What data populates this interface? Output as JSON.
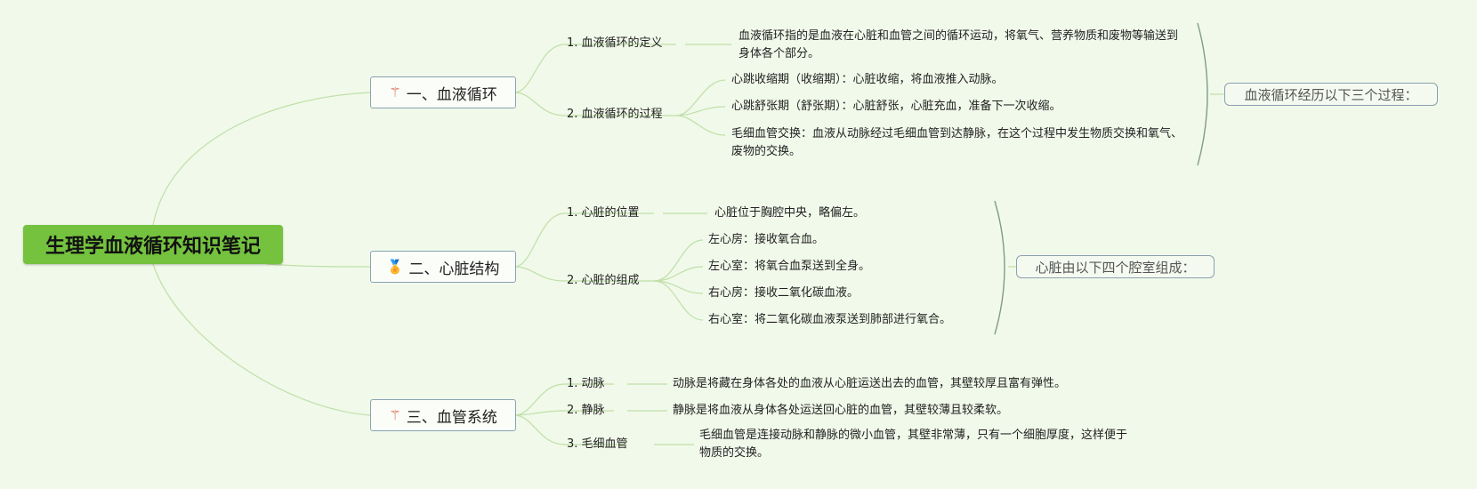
{
  "root": {
    "title": "生理学血液循环知识笔记"
  },
  "topics": [
    {
      "icon": "magic-wand-icon",
      "label": "一、血液循环",
      "subs": [
        {
          "label": "1. 血液循环的定义",
          "details": [
            "血液循环指的是血液在心脏和血管之间的循环运动，将氧气、营养物质和废物等输送到身体各个部分。"
          ]
        },
        {
          "label": "2. 血液循环的过程",
          "details": [
            "心跳收缩期（收缩期）：心脏收缩，将血液推入动脉。",
            "心跳舒张期（舒张期）：心脏舒张，心脏充血，准备下一次收缩。",
            "毛细血管交换：血液从动脉经过毛细血管到达静脉，在这个过程中发生物质交换和氧气、废物的交换。"
          ]
        }
      ],
      "summary": "血液循环经历以下三个过程："
    },
    {
      "icon": "medal-icon",
      "label": "二、心脏结构",
      "subs": [
        {
          "label": "1. 心脏的位置",
          "details": [
            "心脏位于胸腔中央，略偏左。"
          ]
        },
        {
          "label": "2. 心脏的组成",
          "details": [
            "左心房：接收氧合血。",
            "左心室：将氧合血泵送到全身。",
            "右心房：接收二氧化碳血液。",
            "右心室：将二氧化碳血液泵送到肺部进行氧合。"
          ]
        }
      ],
      "summary": "心脏由以下四个腔室组成："
    },
    {
      "icon": "magic-wand-icon",
      "label": "三、血管系统",
      "subs": [
        {
          "label": "1. 动脉",
          "details": [
            "动脉是将藏在身体各处的血液从心脏运送出去的血管，其壁较厚且富有弹性。"
          ]
        },
        {
          "label": "2. 静脉",
          "details": [
            "静脉是将血液从身体各处运送回心脏的血管，其壁较薄且较柔软。"
          ]
        },
        {
          "label": "3. 毛细血管",
          "details": [
            "毛细血管是连接动脉和静脉的微小血管，其壁非常薄，只有一个细胞厚度，这样便于物质的交换。"
          ]
        }
      ]
    }
  ]
}
